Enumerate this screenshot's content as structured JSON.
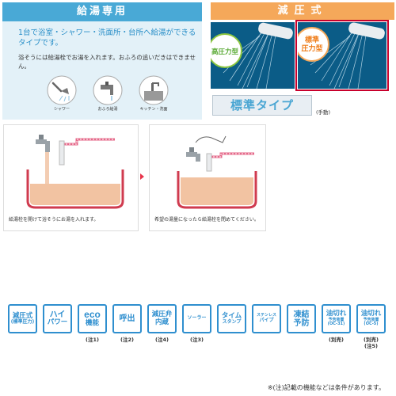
{
  "supply": {
    "title": "給湯専用",
    "description": "1台で浴室・シャワー・洗面所・台所へ給湯ができるタイプです。",
    "note": "浴そうには給湯栓でお湯を入れます。おふろの追いだきはできません。",
    "icons": [
      {
        "name": "shower-icon",
        "caption": "シャワー"
      },
      {
        "name": "bath-faucet-icon",
        "caption": "おふろ給湯"
      },
      {
        "name": "kitchen-icon",
        "caption": "キッチン・洗面"
      }
    ]
  },
  "reduce": {
    "title": "減圧式",
    "high_pressure_label": "高圧力型",
    "standard_pressure_label_1": "標準",
    "standard_pressure_label_2": "圧力型",
    "type_label": "標準タイプ",
    "type_note": "(手動)"
  },
  "bath": {
    "caption_a": "給湯栓を開けて浴そうにお湯を入れます。",
    "caption_b": "希望の湯量になったら給湯栓を閉めてください。"
  },
  "features": [
    {
      "line1": "減圧式",
      "line2": "(標準圧力)",
      "note": ""
    },
    {
      "line1": "ハイ",
      "line2": "パワー",
      "note": ""
    },
    {
      "line1": "eco",
      "line2": "機能",
      "note": "(注1)"
    },
    {
      "line1": "呼出",
      "line2": "",
      "note": "(注2)"
    },
    {
      "line1": "減圧弁",
      "line2": "内蔵",
      "note": "(注4)"
    },
    {
      "line1": "ソーラー",
      "line2": "",
      "note": "(注3)"
    },
    {
      "line1": "タイム",
      "line2": "スタンプ",
      "note": ""
    },
    {
      "line1": "ステンレス",
      "line2": "パイプ",
      "note": ""
    },
    {
      "line1": "凍結",
      "line2": "予防",
      "note": ""
    },
    {
      "line1": "油切れ",
      "line2": "予告装置",
      "line3": "(OC-31)",
      "note": "(別売)"
    },
    {
      "line1": "油切れ",
      "line2": "予告装置",
      "line3": "(OC-5)",
      "note": "(別売)",
      "note2": "(注5)"
    }
  ],
  "footnote": "※(注)記載の機能などは条件があります。",
  "colors": {
    "blue": "#49a9d6",
    "orange": "#f5a85a",
    "badge_blue": "#2f8fcf",
    "red_frame": "#c8002c"
  }
}
